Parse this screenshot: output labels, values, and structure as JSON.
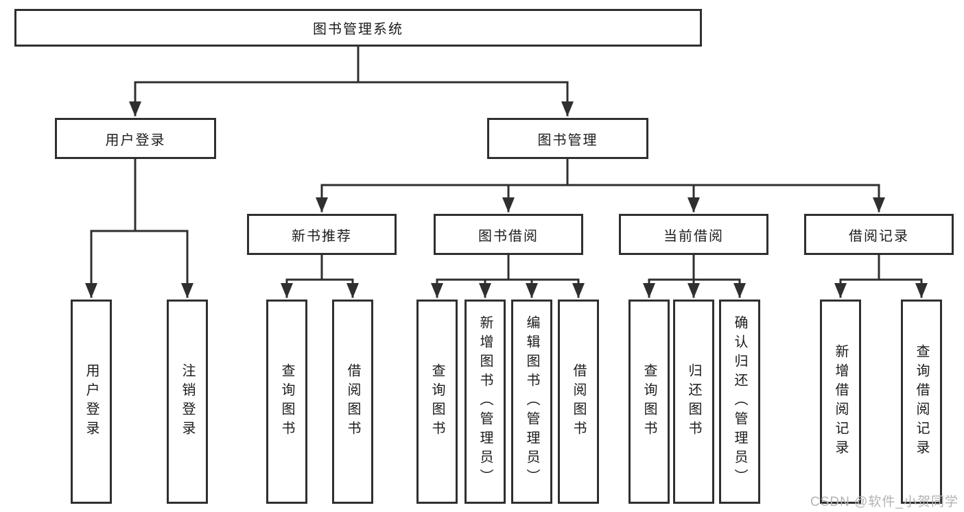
{
  "tree": {
    "label": "图书管理系统",
    "children": [
      {
        "label": "用户登录",
        "children": [
          {
            "label": "用户登录"
          },
          {
            "label": "注销登录"
          }
        ]
      },
      {
        "label": "图书管理",
        "children": [
          {
            "label": "新书推荐",
            "children": [
              {
                "label": "查询图书"
              },
              {
                "label": "借阅图书"
              }
            ]
          },
          {
            "label": "图书借阅",
            "children": [
              {
                "label": "查询图书"
              },
              {
                "label": "新增图书（管理员）"
              },
              {
                "label": "编辑图书（管理员）"
              },
              {
                "label": "借阅图书"
              }
            ]
          },
          {
            "label": "当前借阅",
            "children": [
              {
                "label": "查询图书"
              },
              {
                "label": "归还图书"
              },
              {
                "label": "确认归还（管理员）"
              }
            ]
          },
          {
            "label": "借阅记录",
            "children": [
              {
                "label": "新增借阅记录"
              },
              {
                "label": "查询借阅记录"
              }
            ]
          }
        ]
      }
    ]
  },
  "watermark": {
    "text": "CSDN @软件_小贺同学"
  },
  "colors": {
    "line": "#2f2f2f",
    "box_border": "#2f2f2f",
    "text": "#1c1c1c",
    "watermark": "#b3b3b3",
    "background": "#ffffff"
  }
}
